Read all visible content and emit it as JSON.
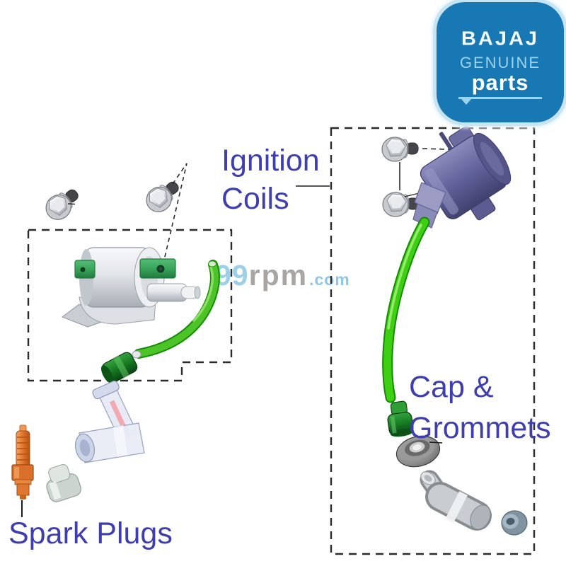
{
  "logo": {
    "brand": "BAJAJ",
    "genuine": "GENUINE",
    "parts": "parts",
    "bg_color": "#1778b4",
    "glow_color": "#c6e5f4",
    "brand_color": "#f2fafd",
    "genuine_color": "#9dd3ec",
    "parts_color": "#ffffff"
  },
  "labels": {
    "ignition_coils": {
      "line1": "Ignition",
      "line2": "Coils",
      "color": "#3e3eae"
    },
    "cap_grommets": {
      "line1": "Cap &",
      "line2": "Grommets",
      "color": "#3e3eae"
    },
    "spark_plugs": {
      "text": "Spark Plugs",
      "color": "#3e3eae"
    }
  },
  "watermark": {
    "num": "99",
    "mid": "rpm",
    "tld": ".com",
    "num_color": "#9ccfe9",
    "mid_color": "#a9a5a2",
    "tld_color": "#8fc7e6"
  },
  "diagram": {
    "dash_color": "#2b2b2b",
    "wire_green": "#3fcf12",
    "bracket_green": "#3aa55c",
    "coil_purple": "#62629c",
    "plug_orange": "#e0742e",
    "part_names": [
      "hex-flange-bolt",
      "ignition-coil",
      "ht-lead-wire",
      "lead-connector",
      "spark-plug-cap",
      "cap",
      "grommet",
      "spark-plug",
      "elbow-suppressor-cap",
      "bushing"
    ]
  }
}
